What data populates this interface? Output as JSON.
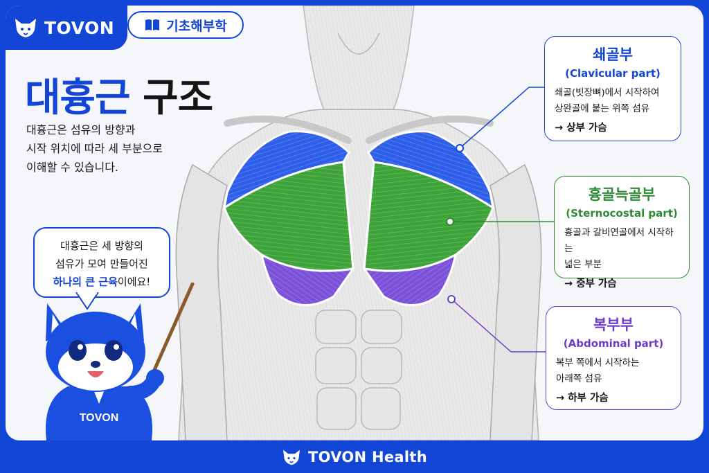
{
  "header": {
    "brand": "TOVON",
    "topic": "기초해부학",
    "topic_icon": "book-icon",
    "logo_icon": "fox-head-icon"
  },
  "title": {
    "part1": "대흉근",
    "part2": "구조"
  },
  "description": [
    "대흉근은 섬유의 방향과",
    "시작 위치에 따라 세 부분으로",
    "이해할 수 있습니다."
  ],
  "speech_bubble": {
    "line1": "대흉근은 세 방향의",
    "line2": "섬유가 모여 만들어진",
    "highlight": "하나의 큰 근육",
    "suffix": "이에요!"
  },
  "mascot": {
    "hoodie_text": "TOVON"
  },
  "parts": {
    "clavicular": {
      "name": "쇄골부",
      "english": "(Clavicular part)",
      "body1": "쇄골(빗장뼈)에서 시작하여",
      "body2": "상완골에 붙는 위쪽 섬유",
      "result": "→ 상부 가슴",
      "color": "#1346d6"
    },
    "sternocostal": {
      "name": "흉골늑골부",
      "english": "(Sternocostal part)",
      "body1": "흉골과 갈비연골에서 시작하는",
      "body2": "넓은 부분",
      "result": "→ 중부 가슴",
      "color": "#2e8b34"
    },
    "abdominal": {
      "name": "복부부",
      "english": "(Abdominal part)",
      "body1": "복부 쪽에서 시작하는",
      "body2": "아래쪽 섬유",
      "result": "→ 하부 가슴",
      "color": "#6a3cc8"
    }
  },
  "footer": {
    "text": "TOVON Health"
  },
  "colors": {
    "brand_blue": "#1346d6",
    "clavicular_blue": "#2f5fe8",
    "sternocostal_green": "#3ea33a",
    "abdominal_purple": "#7b52d8",
    "background": "#f4f6fa"
  }
}
